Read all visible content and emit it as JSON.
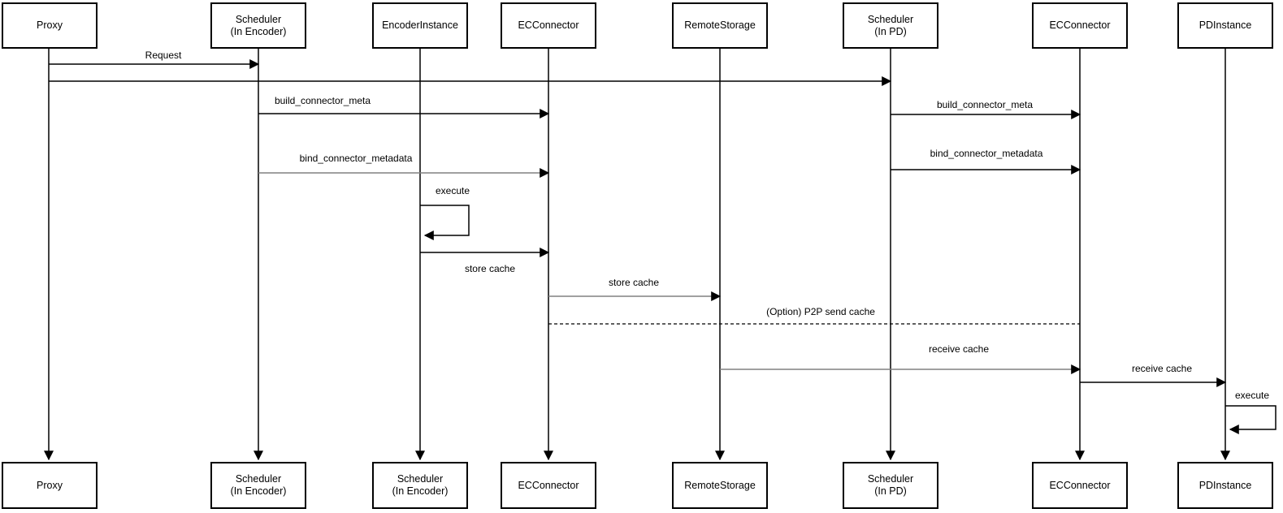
{
  "diagram": {
    "type": "sequence-diagram",
    "background_color": "#ffffff",
    "shape_stroke_color": "#000000",
    "gray_arrow_color": "#808080",
    "actors": [
      {
        "top_label": "Proxy",
        "bottom_label": "Proxy"
      },
      {
        "top_label": "Scheduler\n(In Encoder)",
        "bottom_label": "Scheduler\n(In Encoder)"
      },
      {
        "top_label": "EncoderInstance",
        "bottom_label": "Scheduler\n(In Encoder)"
      },
      {
        "top_label": "ECConnector",
        "bottom_label": "ECConnector"
      },
      {
        "top_label": "RemoteStorage",
        "bottom_label": "RemoteStorage"
      },
      {
        "top_label": "Scheduler\n(In PD)",
        "bottom_label": "Scheduler\n(In PD)"
      },
      {
        "top_label": "ECConnector",
        "bottom_label": "ECConnector"
      },
      {
        "top_label": "PDInstance",
        "bottom_label": "PDInstance"
      }
    ],
    "messages": [
      {
        "label": "Request",
        "from": "Proxy",
        "to": "Scheduler (In Encoder)",
        "line": "solid",
        "color": "#000000"
      },
      {
        "label": "",
        "from": "Proxy",
        "to": "Scheduler (In PD)",
        "line": "solid",
        "color": "#000000"
      },
      {
        "label": "build_connector_meta",
        "from": "Scheduler (In Encoder)",
        "to": "ECConnector",
        "line": "solid",
        "color": "#000000"
      },
      {
        "label": "bind_connector_metadata",
        "from": "Scheduler (In Encoder)",
        "to": "ECConnector",
        "line": "solid",
        "color": "#808080"
      },
      {
        "label": "build_connector_meta",
        "from": "Scheduler (In PD)",
        "to": "ECConnector",
        "line": "solid",
        "color": "#000000"
      },
      {
        "label": "bind_connector_metadata",
        "from": "Scheduler (In PD)",
        "to": "ECConnector",
        "line": "solid",
        "color": "#000000"
      },
      {
        "label": "execute",
        "from": "EncoderInstance",
        "to": "EncoderInstance",
        "line": "self-loop",
        "color": "#000000"
      },
      {
        "label": "store cache",
        "from": "EncoderInstance",
        "to": "ECConnector",
        "line": "solid",
        "color": "#000000"
      },
      {
        "label": "store cache",
        "from": "ECConnector",
        "to": "RemoteStorage",
        "line": "solid",
        "color": "#808080"
      },
      {
        "label": "(Option) P2P send cache",
        "from": "ECConnector",
        "to": "ECConnector",
        "line": "dashed",
        "color": "#000000"
      },
      {
        "label": "receive cache",
        "from": "RemoteStorage",
        "to": "ECConnector",
        "line": "solid",
        "color": "#808080"
      },
      {
        "label": "receive cache",
        "from": "ECConnector",
        "to": "PDInstance",
        "line": "solid",
        "color": "#000000"
      },
      {
        "label": "execute",
        "from": "PDInstance",
        "to": "PDInstance",
        "line": "self-loop",
        "color": "#000000"
      }
    ]
  }
}
